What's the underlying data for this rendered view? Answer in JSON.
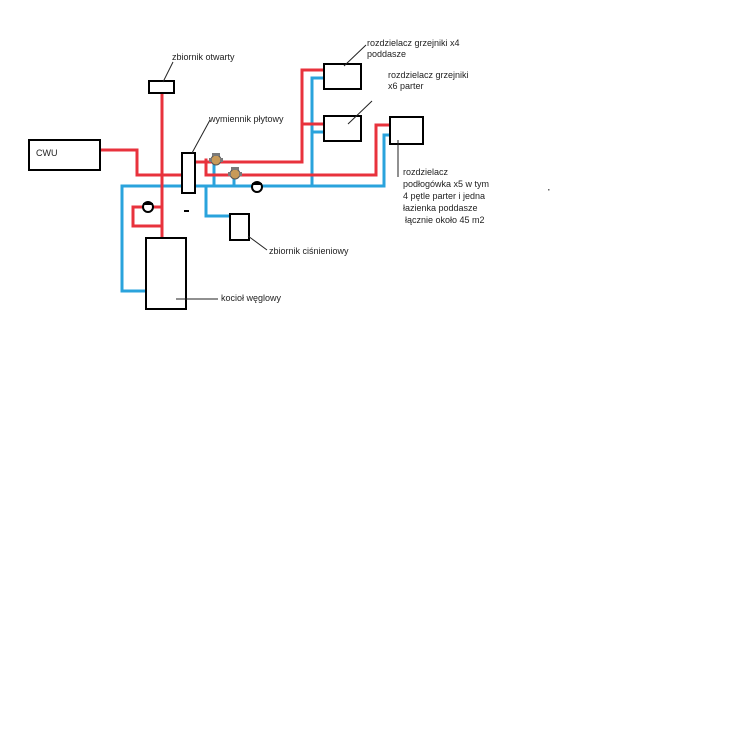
{
  "diagram": {
    "pipe_colors": {
      "supply": "#e8323c",
      "return": "#2aa3dc",
      "outline": "#000000"
    },
    "labels": {
      "cwu": "CWU",
      "zbiornik_otwarty": "zbiornik otwarty",
      "wymiennik": "wymiennik płytowy",
      "rozdzielacz_poddasze_1": "rozdzielacz grzejniki x4",
      "rozdzielacz_poddasze_2": "poddasze",
      "rozdzielacz_parter_1": "rozdzielacz grzejniki",
      "rozdzielacz_parter_2": "x6 parter",
      "podlogowka_1": "rozdzielacz",
      "podlogowka_2": "podłogówka x5 w tym",
      "podlogowka_3": "4 pętle parter i jedna",
      "podlogowka_4": "łazienka poddasze",
      "podlogowka_5": "łącznie około 45 m2",
      "zbiornik_cisnieniowy": "zbiornik ciśnieniowy",
      "kociol": "kocioł węglowy"
    }
  }
}
